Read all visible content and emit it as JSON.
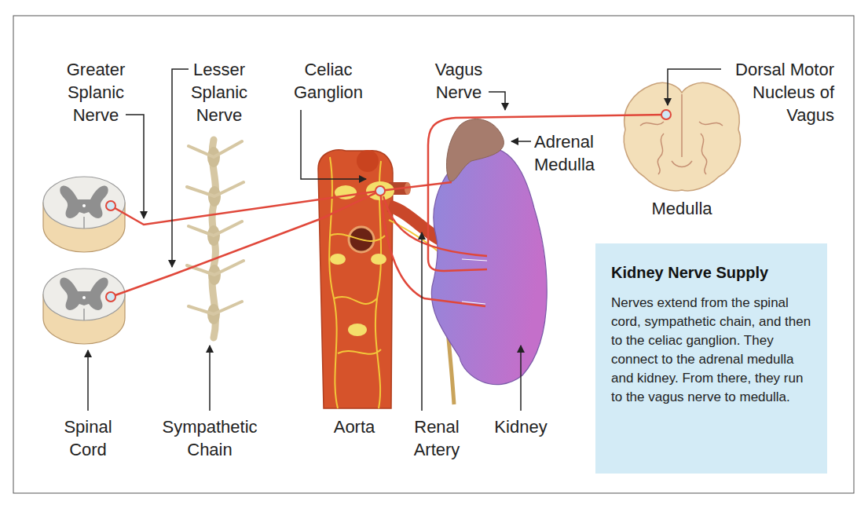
{
  "diagram": {
    "nodes": [
      {
        "text": [
          "Kidney Nerve Supply",
          "Nerves extend from the spinal cord, sympathetic chain, and then to the celiac ganglion. They connect to the adrenal medulla and kidney. From there, they run to the vagus nerve to medulla."
        ]
      }
    ],
    "labels": [
      "Greater Splanic Nerve",
      "Lesser Splanic Nerve",
      "Celiac Ganglion",
      "Vagus Nerve",
      "Dorsal Motor Nucleus of Vagus",
      "Adrenal Medulla",
      "Medulla",
      "Spinal Cord",
      "Sympathetic Chain",
      "Aorta",
      "Renal Artery",
      "Kidney"
    ]
  }
}
